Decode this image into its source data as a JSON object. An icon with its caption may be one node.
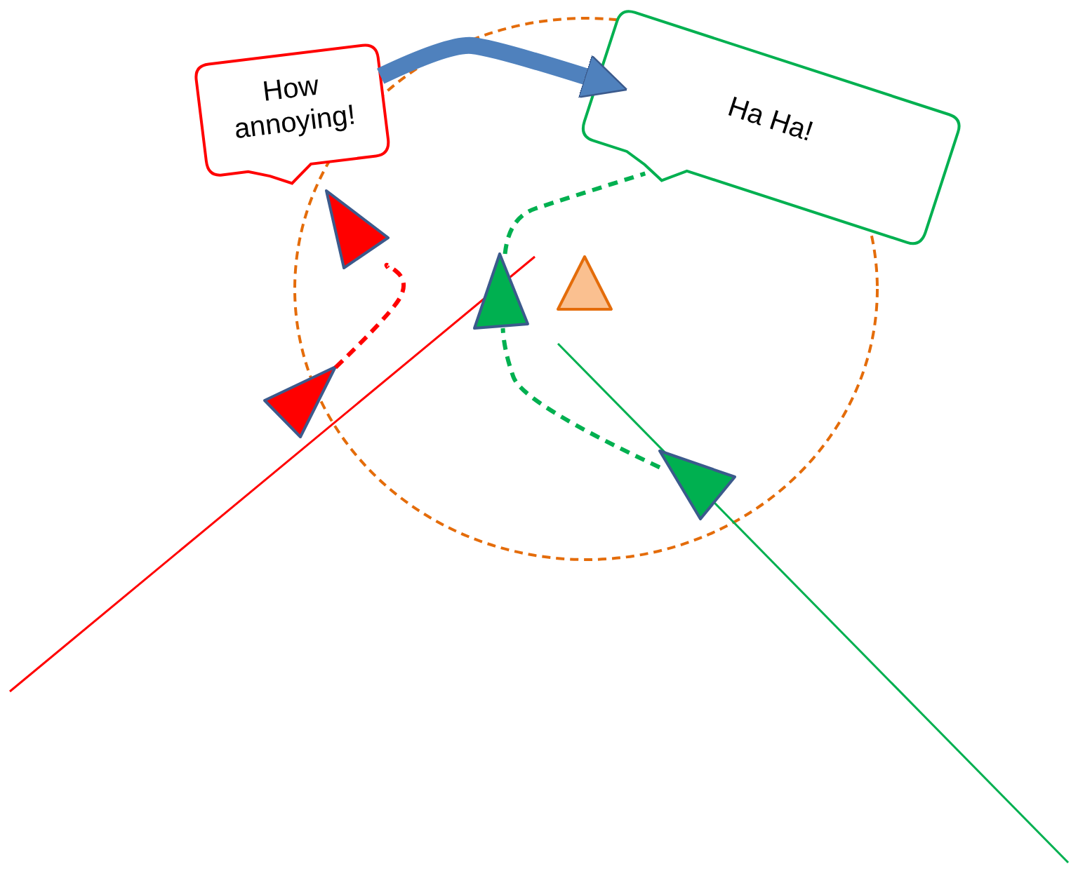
{
  "diagram": {
    "nodes": [
      {
        "text": [
          "How annoying!"
        ]
      },
      {
        "text": [
          "Ha Ha!"
        ]
      },
      {
        "text": [],
        "shape": "triangle"
      },
      {
        "text": [],
        "shape": "triangle"
      },
      {
        "text": [],
        "shape": "triangle"
      },
      {
        "text": [],
        "shape": "triangle"
      },
      {
        "text": [],
        "shape": "triangle"
      }
    ],
    "edges": [
      {
        "from": 0,
        "to": 1,
        "arrow": "to",
        "style": "thick",
        "color": "#4f81bd"
      },
      {
        "from": 5,
        "to": 2,
        "arrow": "none",
        "style": "dashed",
        "color": "#ff0000"
      },
      {
        "from": 6,
        "to": 3,
        "arrow": "none",
        "style": "dashed",
        "color": "#00b050"
      },
      {
        "from": 3,
        "to": 1,
        "arrow": "none",
        "style": "dashed",
        "color": "#00b050"
      }
    ]
  }
}
